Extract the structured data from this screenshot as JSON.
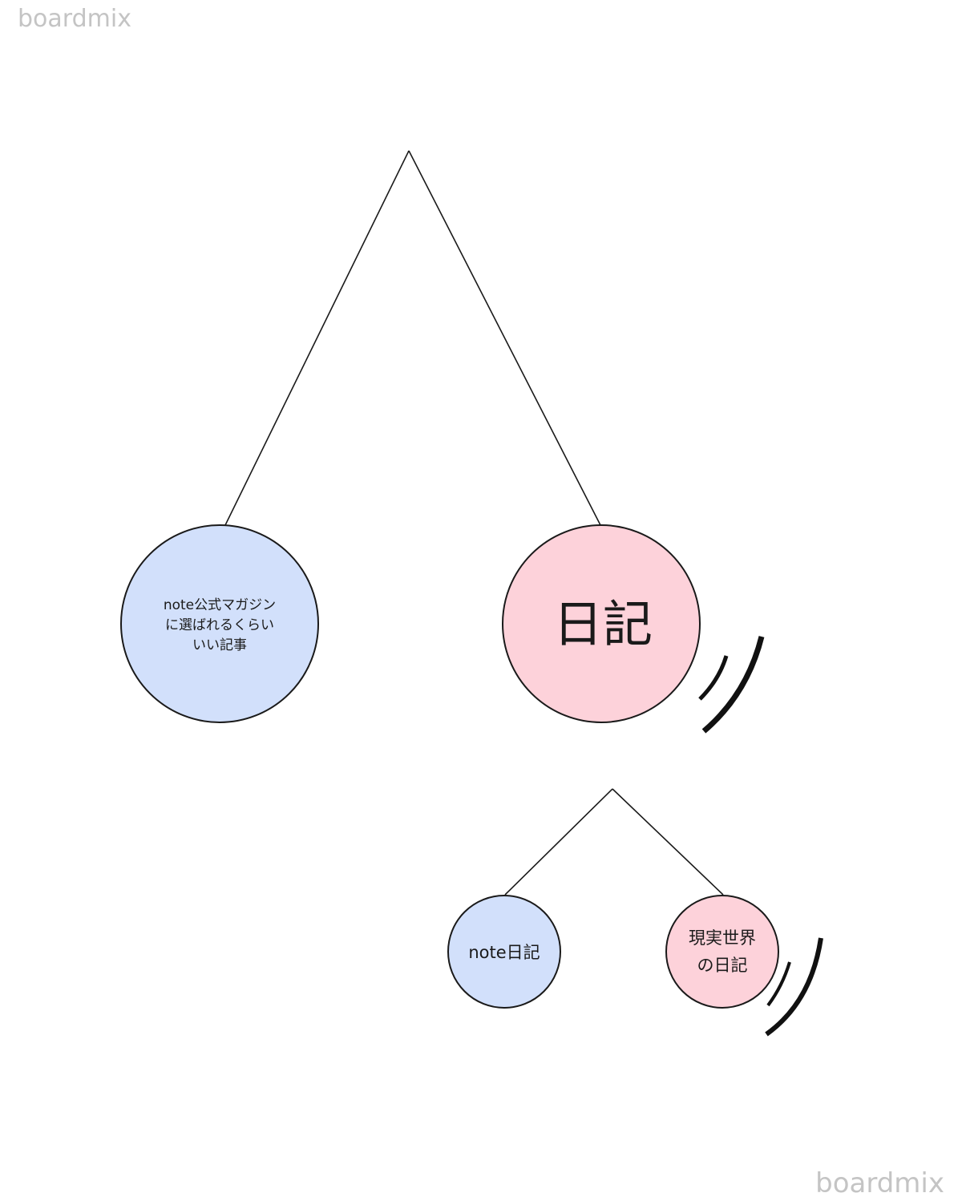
{
  "watermark": {
    "top_left": "boardmix",
    "bottom_right": "boardmix"
  },
  "colors": {
    "blue_node": "#d2e0fb",
    "pink_node": "#fdd2da",
    "stroke": "#1a1a1a"
  },
  "nodes": {
    "magazine": {
      "lines": [
        "note公式マガジン",
        "に選ばれるくらい",
        "いい記事"
      ]
    },
    "diary": {
      "label": "日記"
    },
    "note_diary": {
      "label": "note日記"
    },
    "real_diary": {
      "lines": [
        "現実世界",
        "の日記"
      ]
    }
  }
}
